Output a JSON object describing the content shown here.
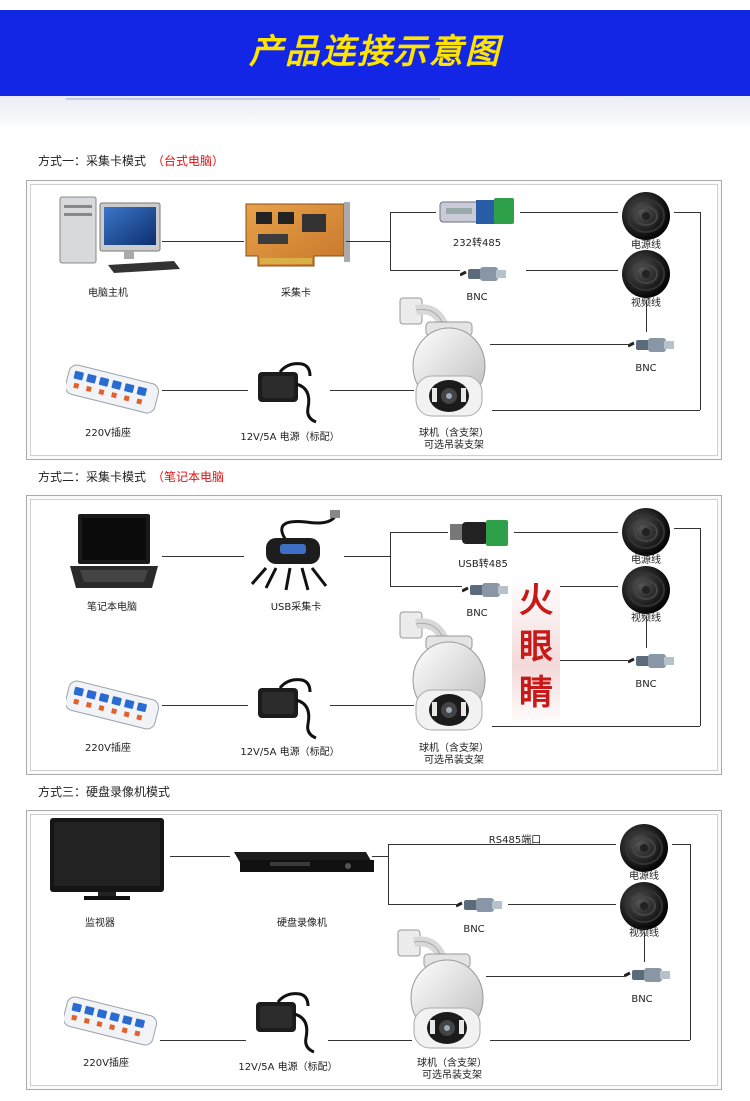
{
  "header": {
    "title": "产品连接示意图"
  },
  "sections": [
    {
      "title": "方式一：采集卡模式",
      "note": "（台式电脑）",
      "labels": {
        "computer": "电脑主机",
        "capture": "采集卡",
        "converter": "232转485",
        "bnc1": "BNC",
        "power_cable": "电源线",
        "video_cable": "视频线",
        "bnc2": "BNC",
        "strip": "220V插座",
        "adapter": "12V/5A 电源（标配）",
        "camera1": "球机（含支架）",
        "camera2": "可选吊装支架"
      }
    },
    {
      "title": "方式二：采集卡模式",
      "note": "（笔记本电脑",
      "labels": {
        "computer": "笔记本电脑",
        "capture": "USB采集卡",
        "converter": "USB转485",
        "bnc1": "BNC",
        "power_cable": "电源线",
        "video_cable": "视频线",
        "bnc2": "BNC",
        "strip": "220V插座",
        "adapter": "12V/5A 电源（标配）",
        "camera1": "球机（含支架）",
        "camera2": "可选吊装支架"
      }
    },
    {
      "title": "方式三：硬盘录像机模式",
      "note": "",
      "labels": {
        "computer": "监视器",
        "capture": "硬盘录像机",
        "converter": "RS485端口",
        "bnc1": "BNC",
        "power_cable": "电源线",
        "video_cable": "视频线",
        "bnc2": "BNC",
        "strip": "220V插座",
        "adapter": "12V/5A 电源（标配）",
        "camera1": "球机（含支架）",
        "camera2": "可选吊装支架"
      }
    }
  ],
  "watermark": {
    "chars": [
      "火",
      "眼",
      "睛"
    ]
  },
  "colors": {
    "banner": "#1326e6",
    "title": "#ffe400",
    "note": "#e01010",
    "watermark": "#c81818"
  }
}
